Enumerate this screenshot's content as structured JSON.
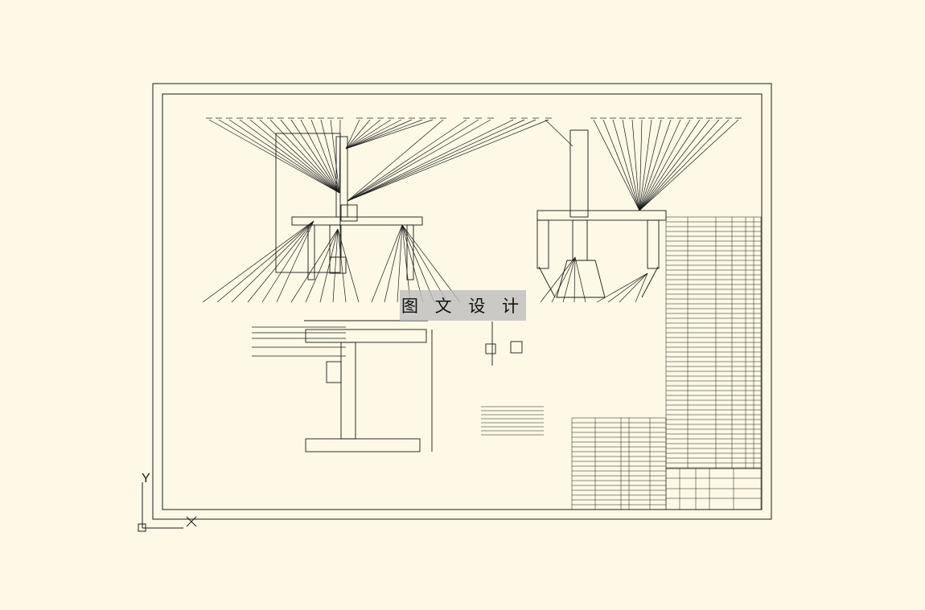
{
  "watermark": {
    "text": "图 文 设 计"
  },
  "ucs": {
    "y_label": "Y",
    "x_label": "X"
  },
  "colors": {
    "background": "#fdf9e6",
    "line": "#1a1a1a",
    "watermark_bg": "#bdbdbd"
  }
}
